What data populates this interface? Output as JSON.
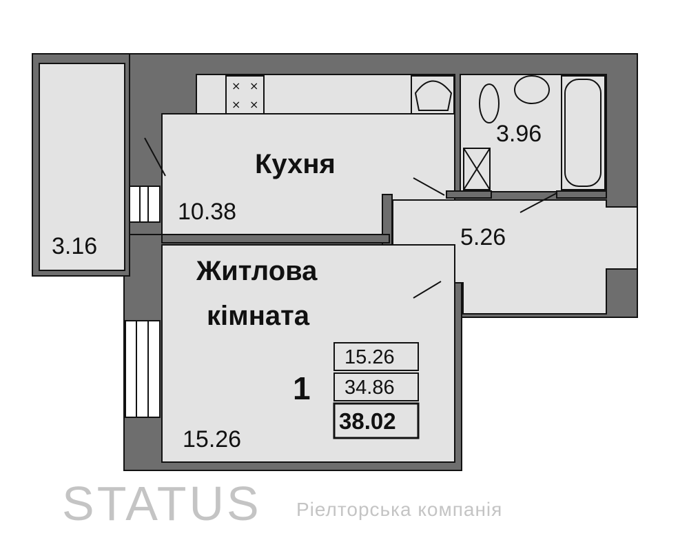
{
  "rooms": {
    "kitchen": {
      "name": "Кухня",
      "area": "10.38"
    },
    "living": {
      "name_line1": "Житлова",
      "name_line2": "кімната",
      "area": "15.26"
    },
    "balcony": {
      "area": "3.16"
    },
    "bathroom": {
      "area": "3.96"
    },
    "corridor": {
      "area": "5.26"
    }
  },
  "summary": {
    "rooms_count": "1",
    "living_area": "15.26",
    "usable_area": "34.86",
    "total_area": "38.02"
  },
  "watermark": {
    "title": "STATUS",
    "subtitle": "Ріелторська компанія"
  },
  "colors": {
    "wall": "#6e6e6e",
    "floor": "#e3e3e3",
    "outline": "#111111"
  }
}
